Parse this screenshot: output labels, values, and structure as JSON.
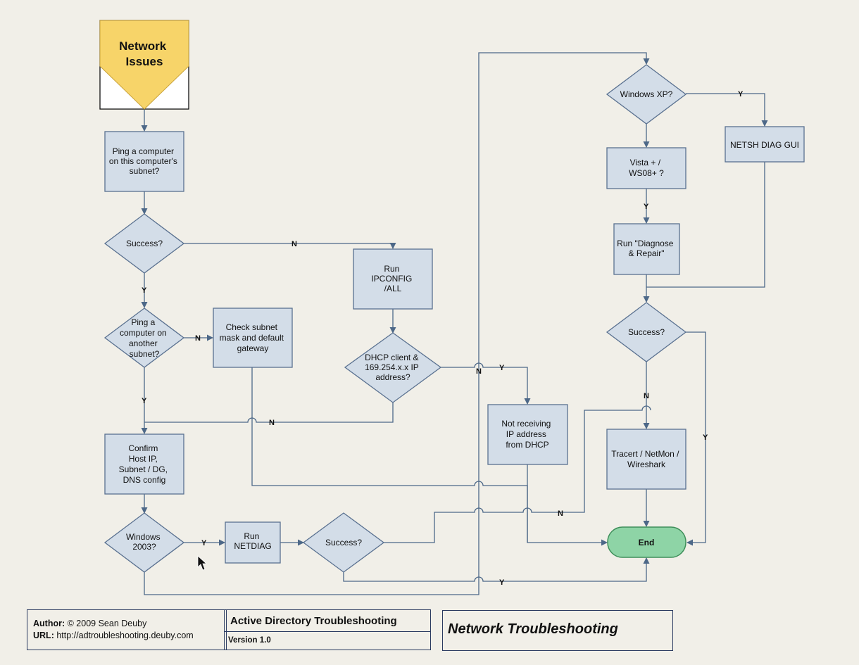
{
  "start": {
    "lines": [
      "Network",
      "Issues"
    ]
  },
  "nodes": {
    "ping_subnet": [
      "Ping a computer",
      "on this computer's",
      "subnet?"
    ],
    "success1": [
      "Success?"
    ],
    "run_ipconfig": [
      "Run",
      "IPCONFIG",
      "/ALL"
    ],
    "ping_other": [
      "Ping a",
      "computer on",
      "another",
      "subnet?"
    ],
    "check_subnet": [
      "Check subnet",
      "mask and default",
      "gateway"
    ],
    "dhcp_client": [
      "DHCP client &",
      "169.254.x.x IP",
      "address?"
    ],
    "confirm_host": [
      "Confirm",
      "Host IP,",
      "Subnet / DG,",
      "DNS config"
    ],
    "windows2003": [
      "Windows",
      "2003?"
    ],
    "run_netdiag": [
      "Run",
      "NETDIAG"
    ],
    "success2": [
      "Success?"
    ],
    "not_receiving": [
      "Not receiving",
      "IP address",
      "from DHCP"
    ],
    "windows_xp": [
      "Windows XP?"
    ],
    "netsh": [
      "NETSH DIAG GUI"
    ],
    "vista": [
      "Vista +  /",
      "WS08+ ?"
    ],
    "run_diagnose": [
      "Run \"Diagnose",
      "& Repair\""
    ],
    "success3": [
      "Success?"
    ],
    "tracert": [
      "Tracert / NetMon /",
      "Wireshark"
    ],
    "end": [
      "End"
    ]
  },
  "edge_labels": {
    "yes": "Y",
    "no": "N"
  },
  "footer": {
    "author_label": "Author:",
    "author_value": "© 2009 Sean Deuby",
    "url_label": "URL:",
    "url_value": "http://adtroubleshooting.deuby.com",
    "title": "Active Directory Troubleshooting",
    "version": "Version 1.0",
    "subject": "Network Troubleshooting"
  },
  "colors": {
    "background": "#f1efe8",
    "node_fill": "#d3dde8",
    "node_stroke": "#5a7190",
    "start_fill": "#f7d469",
    "end_fill": "#8ed4a6",
    "edge": "#4d6888"
  }
}
